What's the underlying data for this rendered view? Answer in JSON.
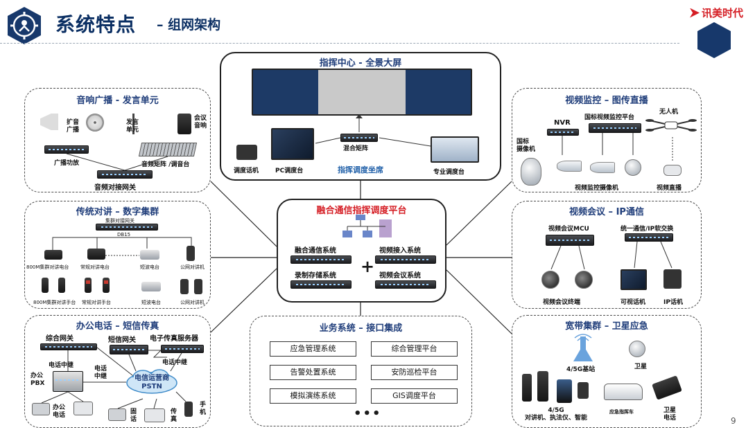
{
  "header": {
    "title": "系统特点",
    "subtitle": "– 组网架构",
    "brand": "讯美时代",
    "page_number": "9"
  },
  "command_center": {
    "title": "指挥中心 - 全景大屏",
    "dispatch_phone": "调度话机",
    "pc_console": "PC调度台",
    "mixing_matrix": "混合矩阵",
    "dispatch_seat": "指挥调度坐席",
    "pro_console": "专业调度台"
  },
  "audio_broadcast": {
    "title": "音响广播 - 发言单元",
    "amp_speaker": "扩音\n广播",
    "speech_unit": "发言\n单元",
    "conference_audio": "会议\n音响",
    "broadcast_amp": "广播功放",
    "audio_matrix": "音频矩阵 /调音台",
    "audio_gateway": "音频对接网关"
  },
  "trunking": {
    "title": "传统对讲 – 数字集群",
    "trunk_gateway": "集群对接网关",
    "db15": "DB15",
    "items": [
      "800M集群对讲电台",
      "常规对讲电台",
      "短波电台",
      "公网对讲机",
      "800M集群对讲手台",
      "常规对讲手台",
      "短波电台",
      "公网对讲机"
    ]
  },
  "office_phone": {
    "title": "办公电话 – 短信传真",
    "integrated_gateway": "综合网关",
    "sms_gateway": "短信网关",
    "fax_server": "电子传真服务器",
    "relay_left": "电话中继",
    "relay_mid": "电话\n中继",
    "relay_right": "电话中继",
    "office_pbx": "办公\nPBX",
    "pstn": "电信运营商\nPSTN",
    "office_phone_label": "办公\n电话",
    "fixed_phone": "固\n话",
    "fax": "传\n真",
    "mobile": "手\n机"
  },
  "platform": {
    "title": "融合通信指挥调度平台",
    "systems": [
      "融合通信系统",
      "视频接入系统",
      "录制存储系统",
      "视频会议系统"
    ],
    "plus": "+"
  },
  "business": {
    "title": "业务系统 – 接口集成",
    "systems": [
      "应急管理系统",
      "综合管理平台",
      "告警处置系统",
      "安防巡检平台",
      "模拟演练系统",
      "GIS调度平台"
    ],
    "more": "•••"
  },
  "video_monitor": {
    "title": "视频监控 – 图传直播",
    "nvr": "NVR",
    "platform": "国标视频监控平台",
    "drone": "无人机",
    "gb_camera": "国标\n摄像机",
    "cameras": "视频监控摄像机",
    "live": "视频直播"
  },
  "video_conf": {
    "title": "视频会议 – IP通信",
    "mcu": "视频会议MCU",
    "unified": "统一通信/IP软交换",
    "terminal": "视频会议终端",
    "video_phone": "可视话机",
    "ip_phone": "IP话机"
  },
  "broadband": {
    "title": "宽带集群 – 卫星应急",
    "base_station": "4/5G基站",
    "satellite": "卫星",
    "terminals": "4/5G\n对讲机、执法仪、智能",
    "command_vehicle": "应急指挥车",
    "sat_phone": "卫星\n电话"
  },
  "colors": {
    "title_blue": "#0b2f63",
    "panel_title": "#1f3d7a",
    "accent_red": "#d51e25",
    "seat_blue": "#1f5fa8"
  }
}
